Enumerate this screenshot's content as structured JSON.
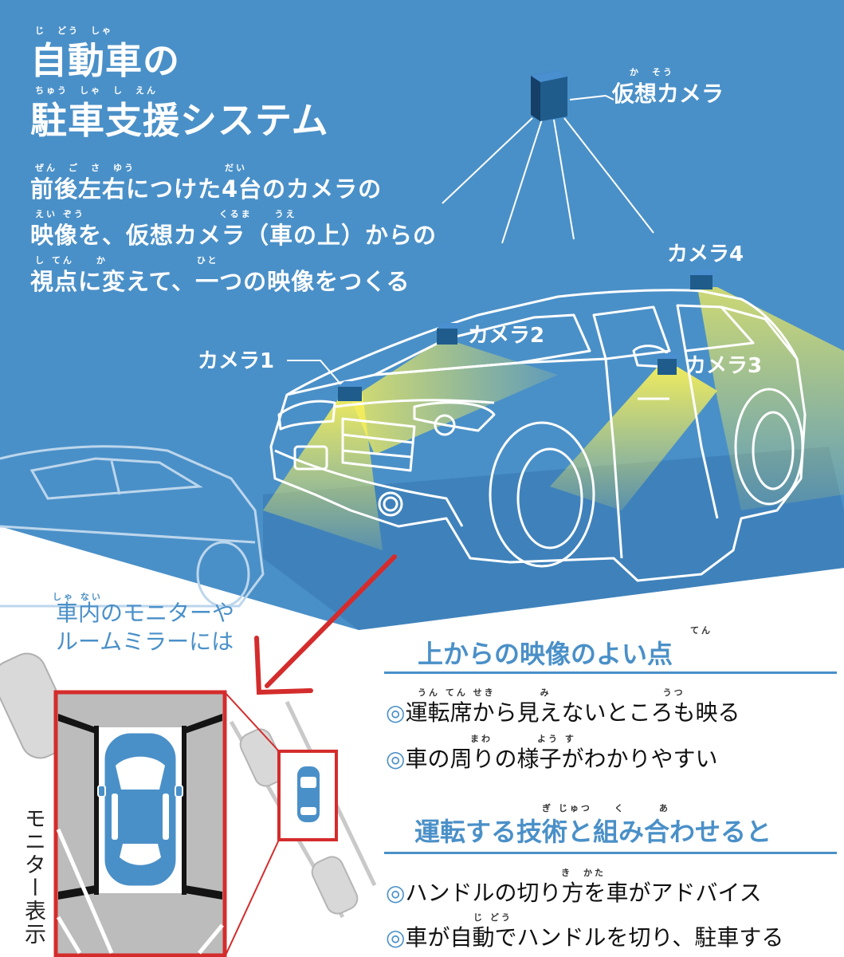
{
  "title": {
    "line1": "自動車の",
    "line2": "駐車支援システム",
    "ruby1": "じ　どう　しゃ",
    "ruby2": "ちゅう　しゃ　し　えん"
  },
  "lead": {
    "line1": "前後左右につけた4台のカメラの",
    "line2": "映像を、仮想カメラ（車の上）からの",
    "line3": "視点に変えて、一つの映像をつくる",
    "ruby1": "ぜん　ご　さ　ゆう　　　　　　　　だい",
    "ruby2": "えい ぞう　　　　　　　　　　　　くるま　　うえ",
    "ruby3": "し てん　　か　　　　　　　　ひと"
  },
  "cameras": {
    "virtual": "仮想カメラ",
    "virtual_ruby": "か　そう",
    "cam1": "カメラ1",
    "cam2": "カメラ2",
    "cam3": "カメラ3",
    "cam4": "カメラ4"
  },
  "monitor": {
    "note_ruby": "しゃ ない",
    "note_line1": "車内のモニターや",
    "note_line2": "ルームミラーには",
    "vertical_label": "モニター表示"
  },
  "section1": {
    "heading": "上からの映像のよい点",
    "heading_ruby": "てん",
    "bullets": [
      "◎運転席から見えないところも映る",
      "◎車の周りの様子がわかりやすい"
    ],
    "bullet_ruby": [
      "うん てん せき　　　　み　　　　　　　　　　うつ",
      "まわ　　　　よう す"
    ]
  },
  "section2": {
    "heading": "運転する技術と組み合わせると",
    "heading_ruby": "ぎ じゅつ　　く　　　あ",
    "bullets": [
      "◎ハンドルの切り方を車がアドバイス",
      "◎車が自動でハンドルを切り、駐車する"
    ],
    "bullet_ruby": [
      "き　かた",
      "じ どう"
    ]
  },
  "colors": {
    "sky": "#4a90c8",
    "accent": "#4a90c8",
    "beam": "#f4ec55",
    "frame": "#d42c2c",
    "camera_box": "#1f5c8c"
  }
}
